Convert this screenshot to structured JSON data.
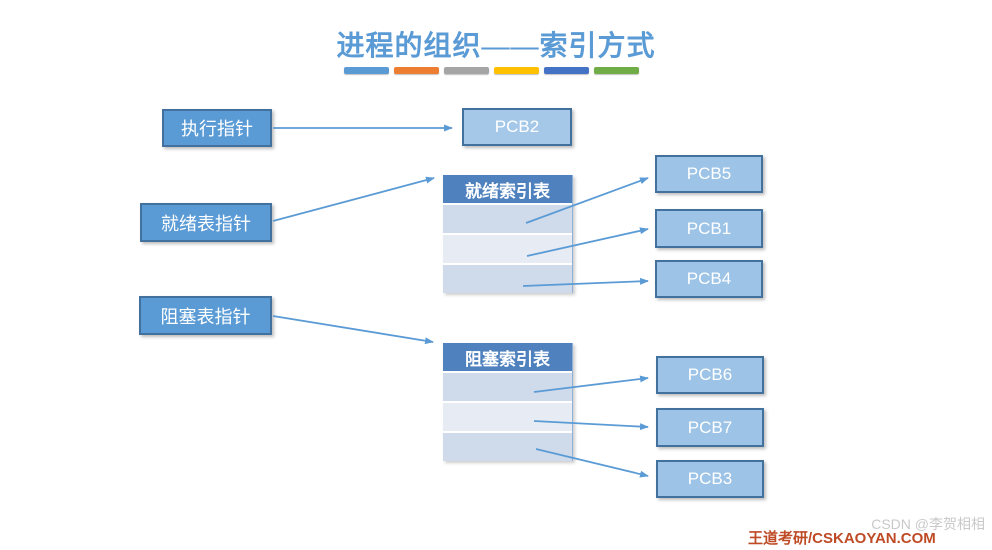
{
  "title": "进程的组织——索引方式",
  "divider_colors": [
    "#5B9BD5",
    "#ED7D31",
    "#A5A5A5",
    "#FFC000",
    "#4472C4",
    "#70AD47"
  ],
  "boxes": {
    "exec_pointer": "执行指针",
    "ready_pointer": "就绪表指针",
    "blocked_pointer": "阻塞表指针",
    "pcb2": "PCB2",
    "pcb5": "PCB5",
    "pcb1": "PCB1",
    "pcb4": "PCB4",
    "pcb6": "PCB6",
    "pcb7": "PCB7",
    "pcb3": "PCB3"
  },
  "tables": {
    "ready": {
      "header": "就绪索引表",
      "rows": [
        "",
        "",
        ""
      ]
    },
    "blocked": {
      "header": "阻塞索引表",
      "rows": [
        "",
        "",
        ""
      ]
    }
  },
  "connections": [
    {
      "from": "执行指针",
      "to": "PCB2"
    },
    {
      "from": "就绪表指针",
      "to": "就绪索引表"
    },
    {
      "from": "阻塞表指针",
      "to": "阻塞索引表"
    },
    {
      "from": "就绪索引表.row1",
      "to": "PCB5"
    },
    {
      "from": "就绪索引表.row2",
      "to": "PCB1"
    },
    {
      "from": "就绪索引表.row3",
      "to": "PCB4"
    },
    {
      "from": "阻塞索引表.row1",
      "to": "PCB6"
    },
    {
      "from": "阻塞索引表.row2",
      "to": "PCB7"
    },
    {
      "from": "阻塞索引表.row3",
      "to": "PCB3"
    }
  ],
  "watermark": "CSDN @李贺相相",
  "footer": "王道考研/CSKAOYAN.COM",
  "colors": {
    "title": "#5B9BD5",
    "pointer_box_fill": "#5B9BD5",
    "pointer_box_border": "#41719C",
    "pcb_box_fill": "#9DC3E6",
    "pcb_box_border": "#41719C",
    "table_header_fill": "#4E81BD",
    "table_row_odd": "#CFDAEB",
    "table_row_even": "#E7ECF4",
    "arrow": "#5B9BD5",
    "footer_text": "#BE4B26",
    "watermark_text": "#C9C9C9"
  }
}
